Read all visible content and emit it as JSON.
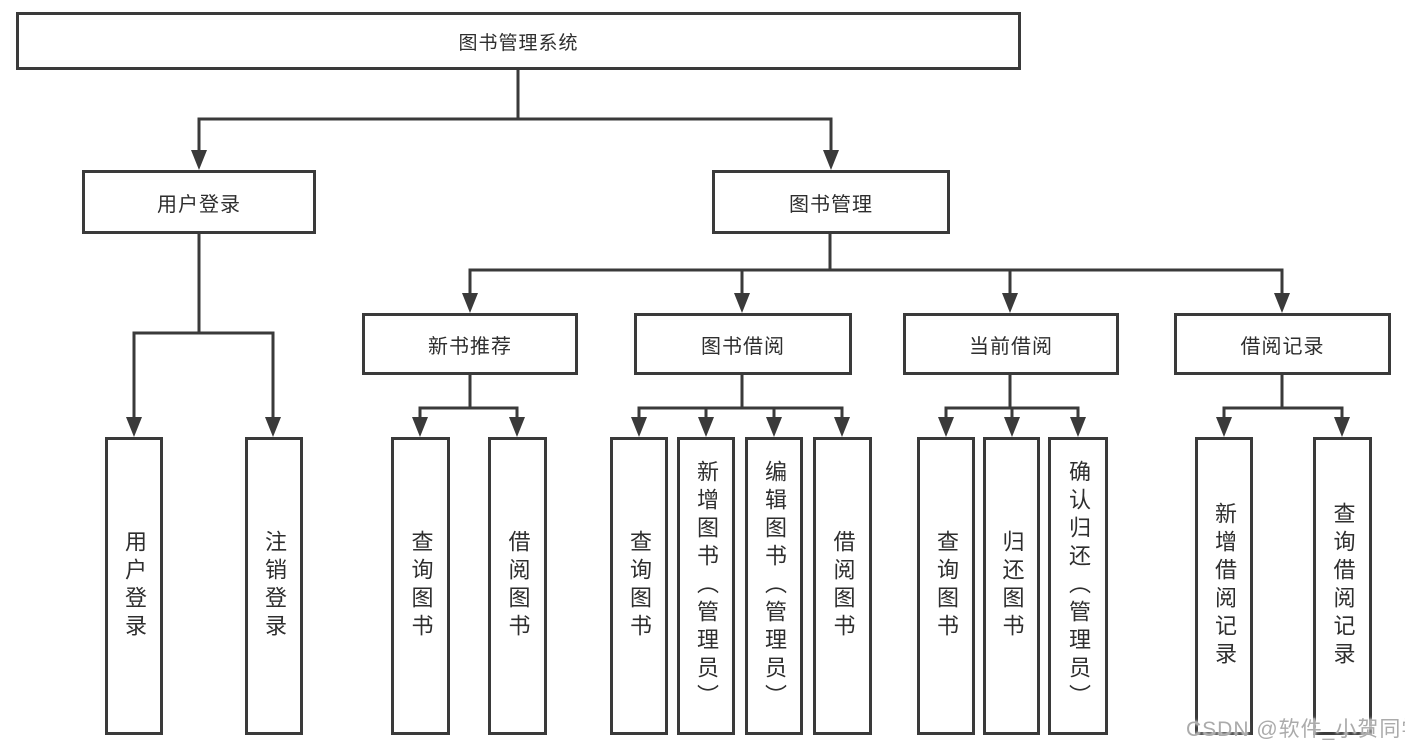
{
  "tree": {
    "label": "图书管理系统",
    "children": [
      {
        "label": "用户登录",
        "children": [
          {
            "label": "用户登录"
          },
          {
            "label": "注销登录"
          }
        ]
      },
      {
        "label": "图书管理",
        "children": [
          {
            "label": "新书推荐",
            "children": [
              {
                "label": "查询图书"
              },
              {
                "label": "借阅图书"
              }
            ]
          },
          {
            "label": "图书借阅",
            "children": [
              {
                "label": "查询图书"
              },
              {
                "label": "新增图书（管理员）"
              },
              {
                "label": "编辑图书（管理员）"
              },
              {
                "label": "借阅图书"
              }
            ]
          },
          {
            "label": "当前借阅",
            "children": [
              {
                "label": "查询图书"
              },
              {
                "label": "归还图书"
              },
              {
                "label": "确认归还（管理员）"
              }
            ]
          },
          {
            "label": "借阅记录",
            "children": [
              {
                "label": "新增借阅记录"
              },
              {
                "label": "查询借阅记录"
              }
            ]
          }
        ]
      }
    ]
  },
  "watermark": "CSDN @软件_小贺同学",
  "colors": {
    "line": "#3a3a3a",
    "text": "#2e2e2e",
    "watermark": "#ababab",
    "background": "#ffffff"
  }
}
